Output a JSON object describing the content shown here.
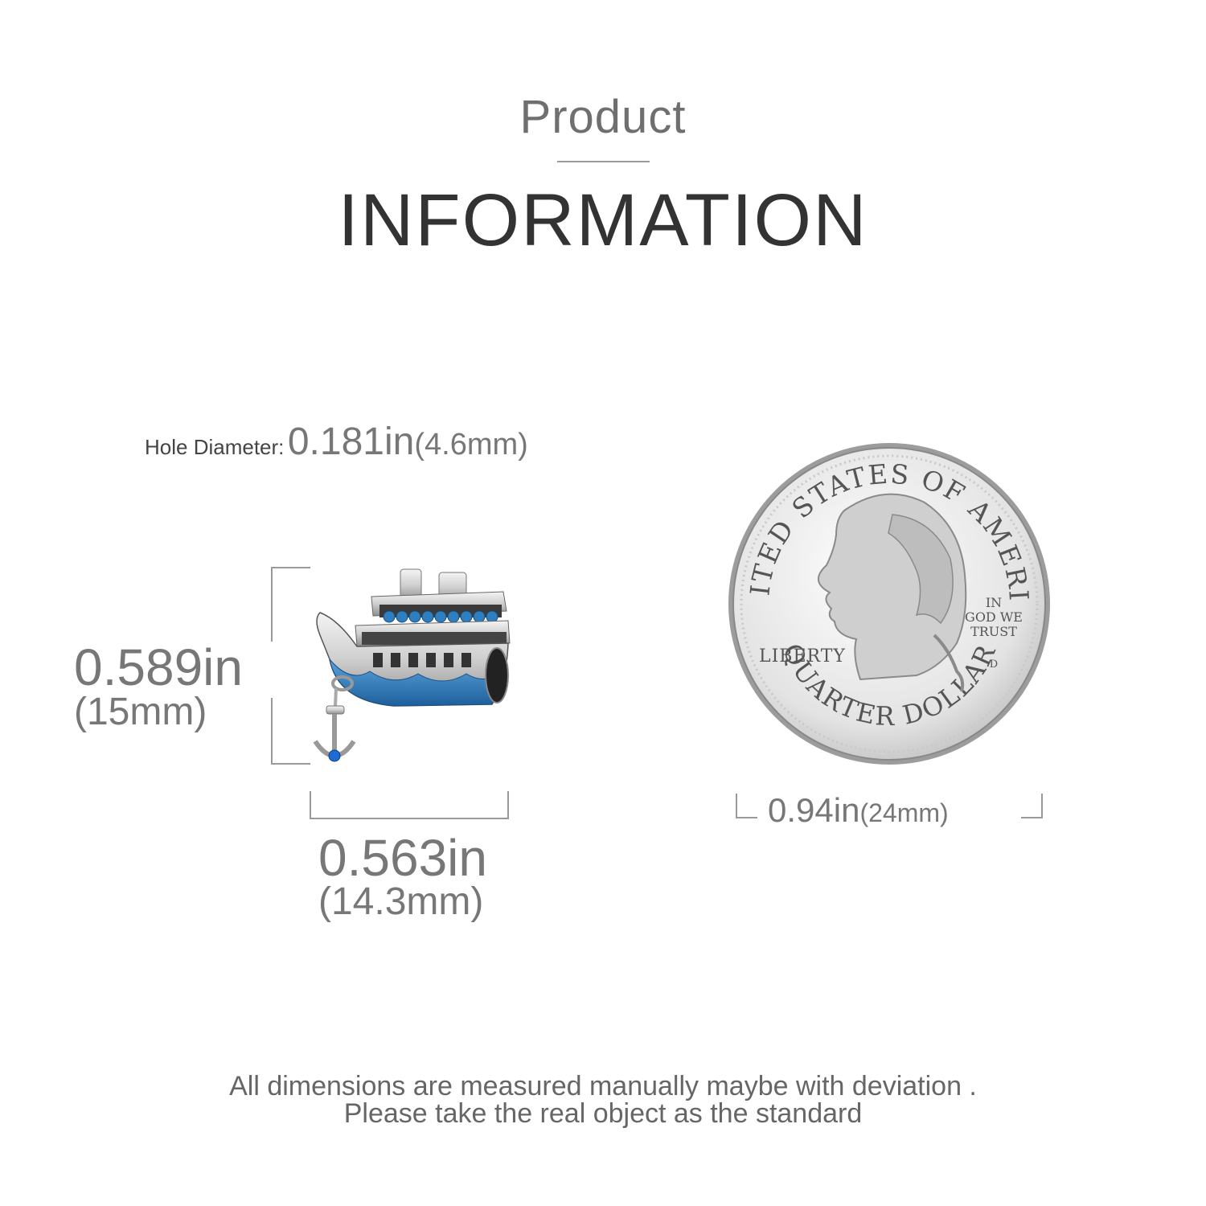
{
  "header": {
    "subtitle": "Product",
    "title": "INFORMATION"
  },
  "dimensions": {
    "hole_label": "Hole Diameter:",
    "hole_in": "0.181in",
    "hole_mm": "(4.6mm)",
    "height_in": "0.589in",
    "height_mm": "(15mm)",
    "width_in": "0.563in",
    "width_mm": "(14.3mm)",
    "coin_in": "0.94in",
    "coin_mm": "(24mm)"
  },
  "coin": {
    "top_text": "UNITED STATES OF AMERICA",
    "bottom_text": "QUARTER DOLLAR",
    "liberty": "LIBERTY",
    "motto_1": "IN",
    "motto_2": "GOD WE",
    "motto_3": "TRUST",
    "mint_mark": "D"
  },
  "footer": {
    "line1": "All dimensions are measured manually maybe with deviation .",
    "line2": "Please take the real object as the standard"
  },
  "colors": {
    "enamel_blue": "#2f7fc0",
    "silver": "#d8d8d8"
  },
  "icons": {
    "product": "ship-charm-icon",
    "reference": "quarter-coin-icon"
  }
}
